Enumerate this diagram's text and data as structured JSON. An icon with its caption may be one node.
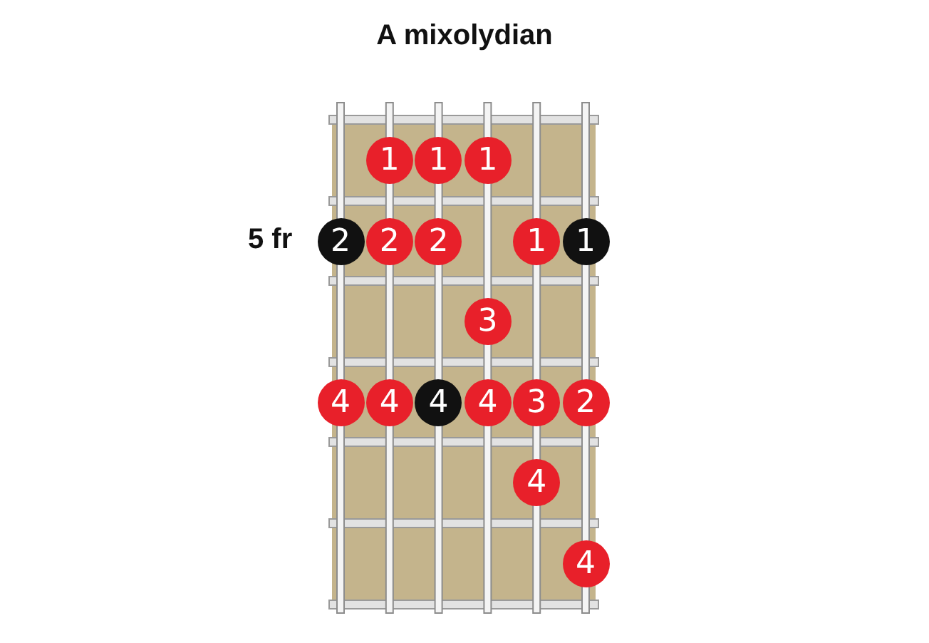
{
  "diagram": {
    "title": "A mixolydian",
    "nodes": [
      {
        "text": [
          "1"
        ]
      },
      {
        "text": [
          "1"
        ]
      },
      {
        "text": [
          "1"
        ]
      },
      {
        "text": [
          "2"
        ]
      },
      {
        "text": [
          "2"
        ]
      },
      {
        "text": [
          "2"
        ]
      },
      {
        "text": [
          "1"
        ]
      },
      {
        "text": [
          "1"
        ]
      },
      {
        "text": [
          "3"
        ]
      },
      {
        "text": [
          "4"
        ]
      },
      {
        "text": [
          "4"
        ]
      },
      {
        "text": [
          "4"
        ]
      },
      {
        "text": [
          "4"
        ]
      },
      {
        "text": [
          "3"
        ]
      },
      {
        "text": [
          "2"
        ]
      },
      {
        "text": [
          "4"
        ]
      },
      {
        "text": [
          "4"
        ]
      }
    ],
    "labels": [
      "5 fr"
    ]
  }
}
